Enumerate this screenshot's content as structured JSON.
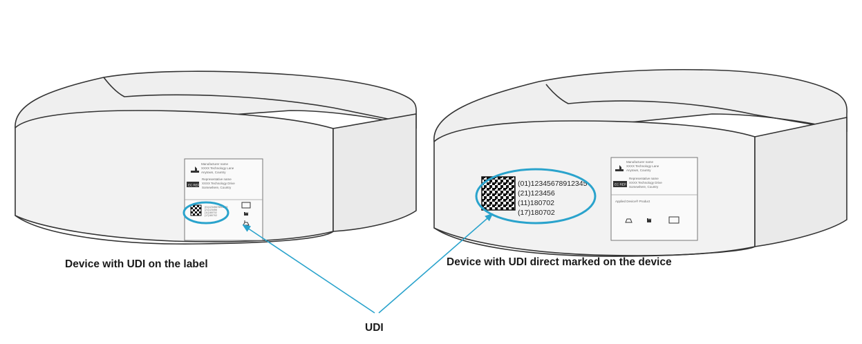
{
  "captions": {
    "left": "Device with UDI on the label",
    "right": "Device with UDI direct marked on the device",
    "pointer": "UDI"
  },
  "udi_lines": [
    "(01)12345678912345",
    "(21)123456",
    "(11)180702",
    "(17)180702"
  ],
  "label_text": {
    "manufacturer": [
      "Manufacturer name",
      "XXXX Technology Lane",
      "Anytown, Country"
    ],
    "representative_badge": "EC REP",
    "representative": [
      "Representative name",
      "XXXX Technology Drive",
      "Somewhere, Country"
    ],
    "product_name": "Applied Device® Product"
  },
  "colors": {
    "accent": "#2aa3cc",
    "outline": "#333333",
    "device_fill": "#efefef"
  }
}
